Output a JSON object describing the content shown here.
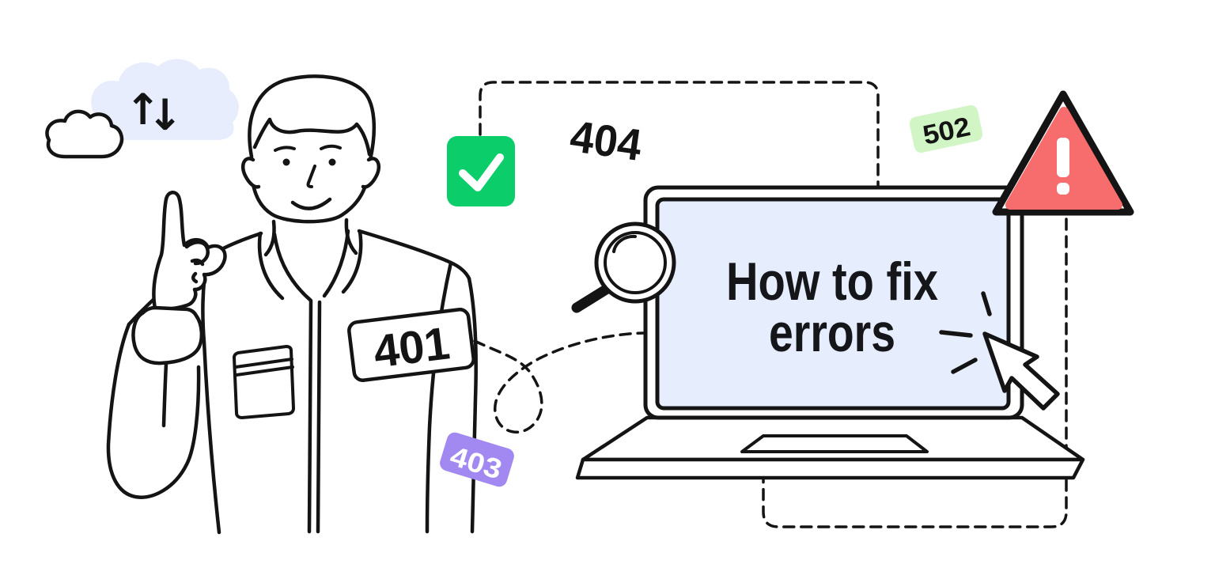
{
  "illustration": {
    "screen": {
      "title_line1": "How to fix",
      "title_line2": "errors"
    },
    "error_codes": {
      "unauthorized": "401",
      "forbidden": "403",
      "not_found": "404",
      "bad_gateway": "502"
    },
    "cloud": {
      "up_arrow": "↑",
      "down_arrow": "↓"
    },
    "icons": [
      "cloud-icon",
      "sync-arrows-icon",
      "check-icon",
      "magnifier-icon",
      "cursor-icon",
      "warning-triangle-icon",
      "laptop-icon"
    ],
    "colors": {
      "line": "#141414",
      "screen_blue": "#e6edfc",
      "cloud_blue": "#e7edfc",
      "success_green": "#0bce6b",
      "purple": "#a289f2",
      "light_green": "#d2f5c6",
      "alert_red": "#f76d6d",
      "white": "#ffffff"
    }
  }
}
